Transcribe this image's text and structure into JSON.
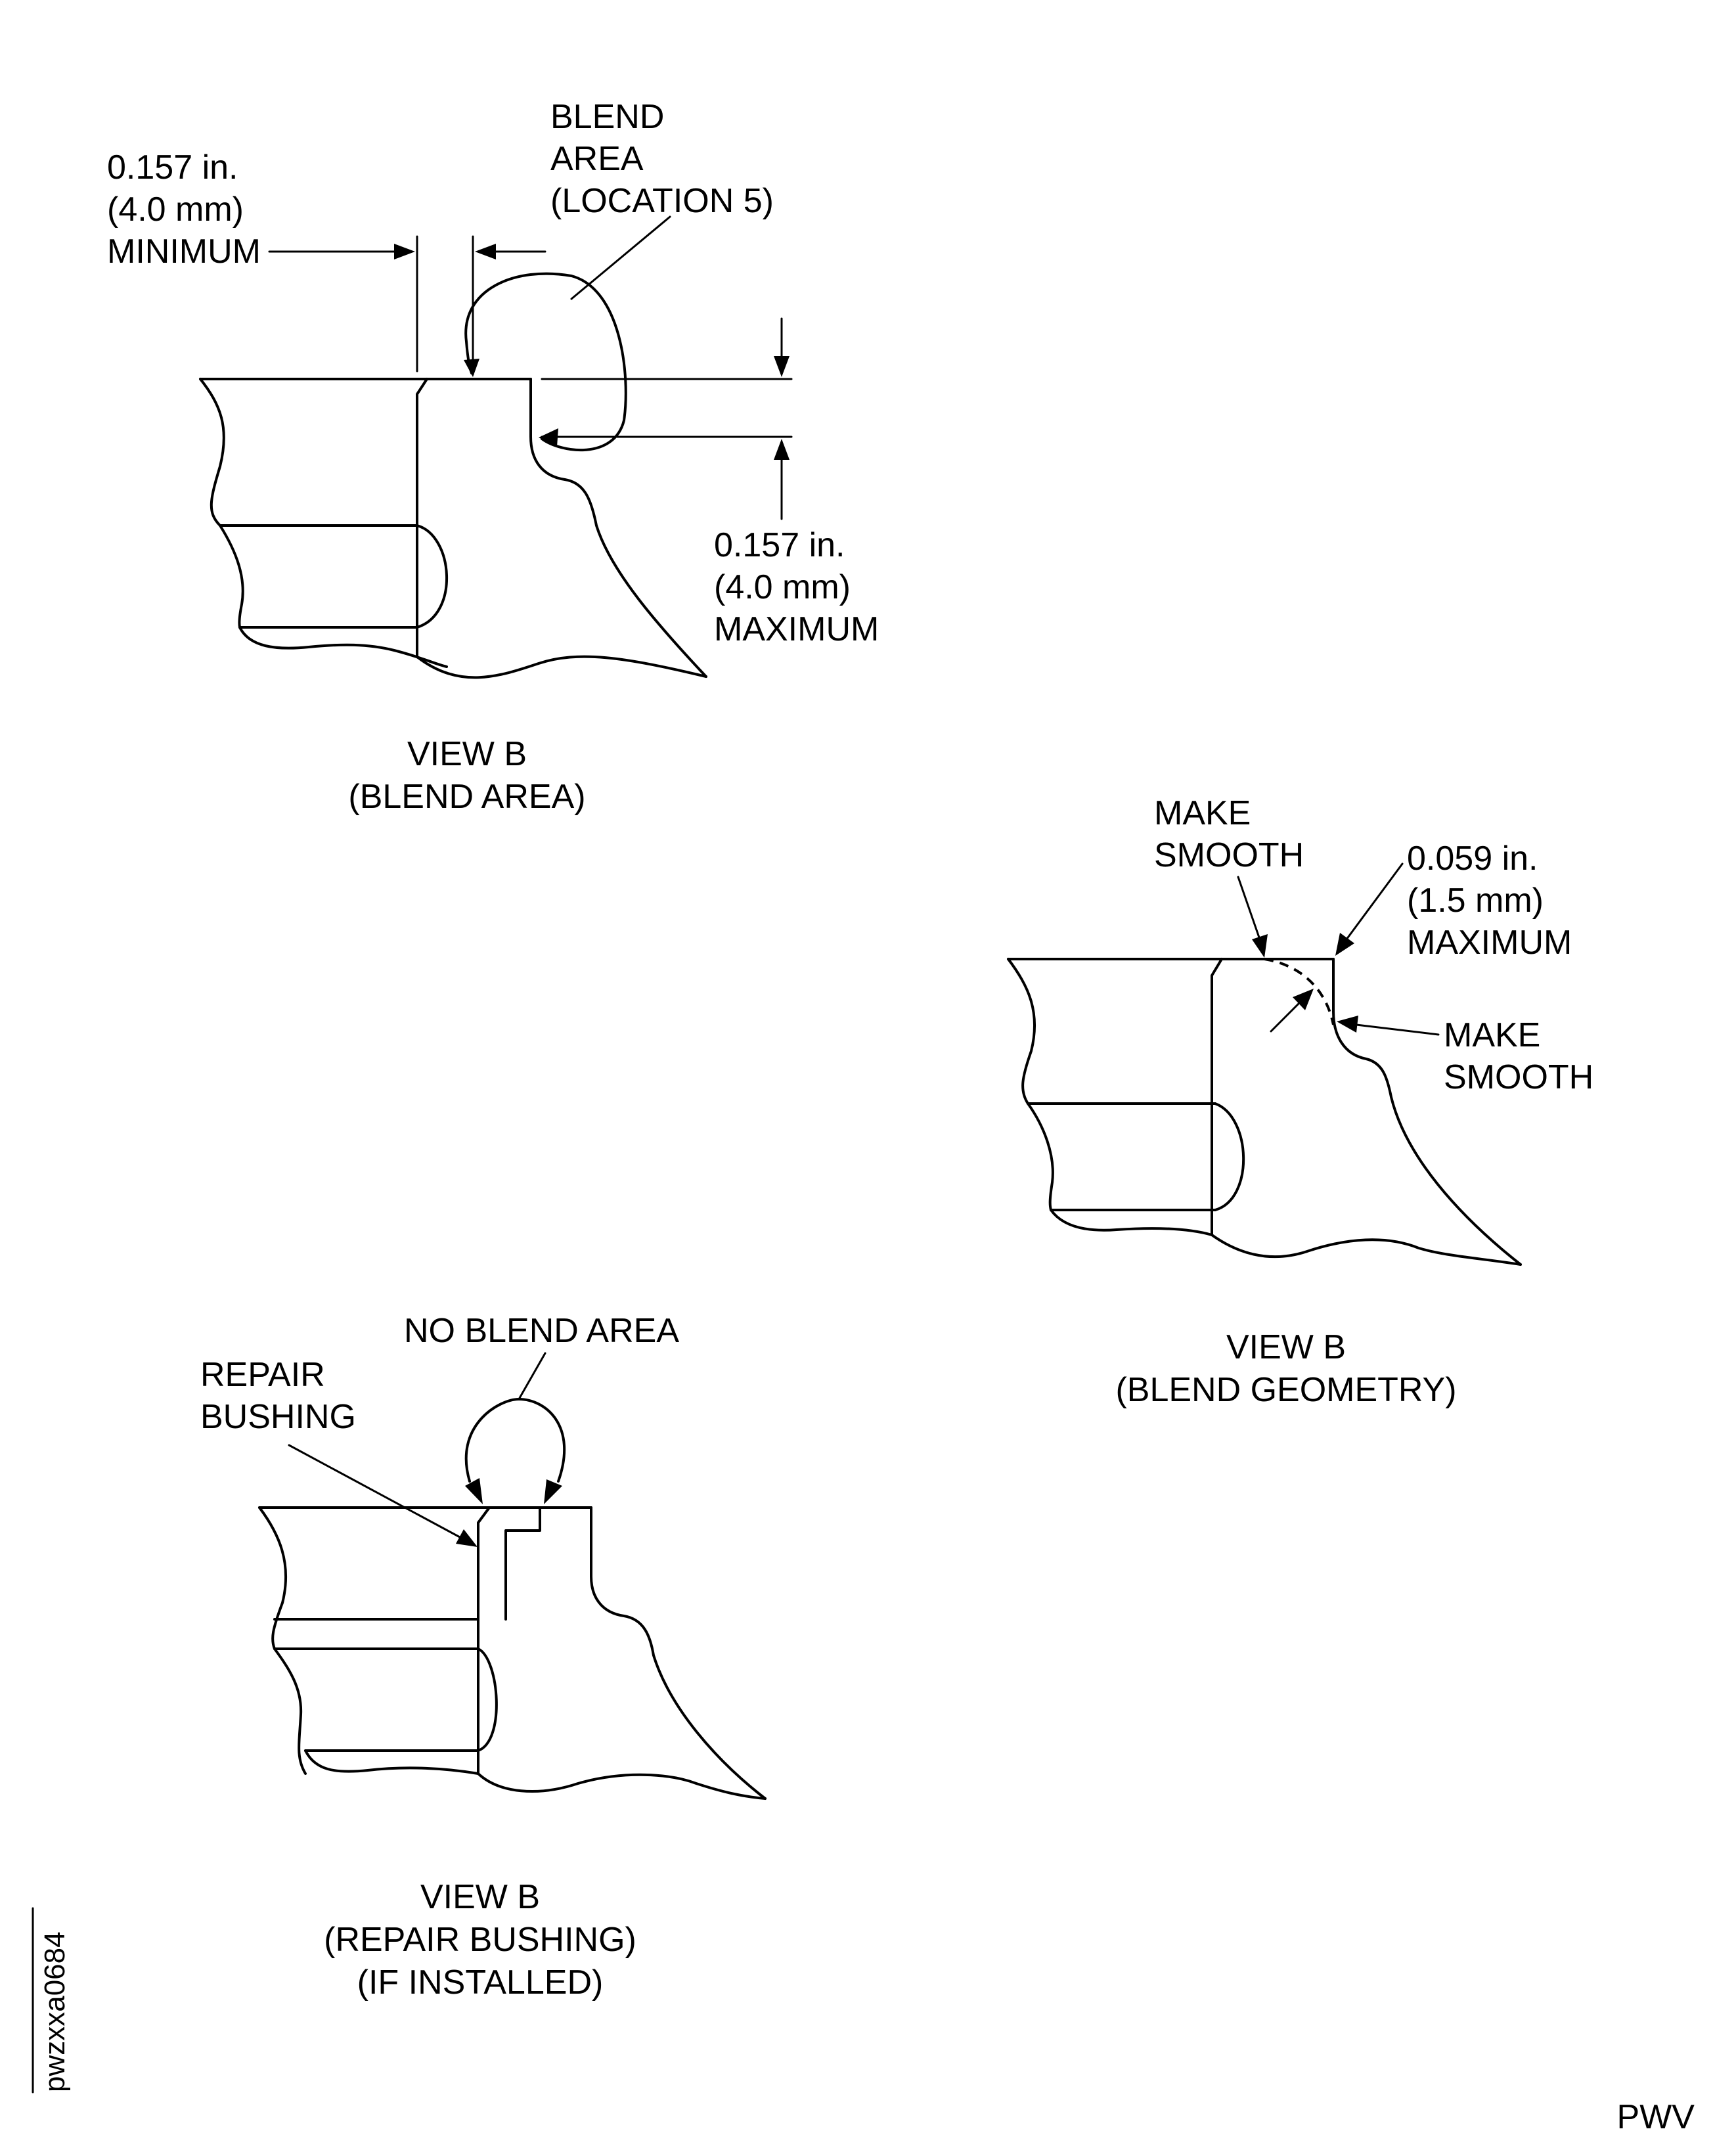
{
  "views": {
    "blend_area": {
      "title": "VIEW B",
      "subtitle": "(BLEND AREA)",
      "min_dim": [
        "0.157 in.",
        "(4.0 mm)",
        "MINIMUM"
      ],
      "blend_label": [
        "BLEND",
        "AREA",
        "(LOCATION 5)"
      ],
      "max_dim": [
        "0.157 in.",
        "(4.0 mm)",
        "MAXIMUM"
      ]
    },
    "blend_geometry": {
      "title": "VIEW B",
      "subtitle": "(BLEND GEOMETRY)",
      "make_smooth_top": [
        "MAKE",
        "SMOOTH"
      ],
      "max_dim": [
        "0.059 in.",
        "(1.5 mm)",
        "MAXIMUM"
      ],
      "make_smooth_side": [
        "MAKE",
        "SMOOTH"
      ]
    },
    "repair_bushing": {
      "title": "VIEW B",
      "subtitle_1": "(REPAIR BUSHING)",
      "subtitle_2": "(IF INSTALLED)",
      "no_blend": "NO BLEND AREA",
      "bushing_label": [
        "REPAIR",
        "BUSHING"
      ]
    }
  },
  "figure_id": "pwzxxa0684",
  "corner_mark": "PWV"
}
